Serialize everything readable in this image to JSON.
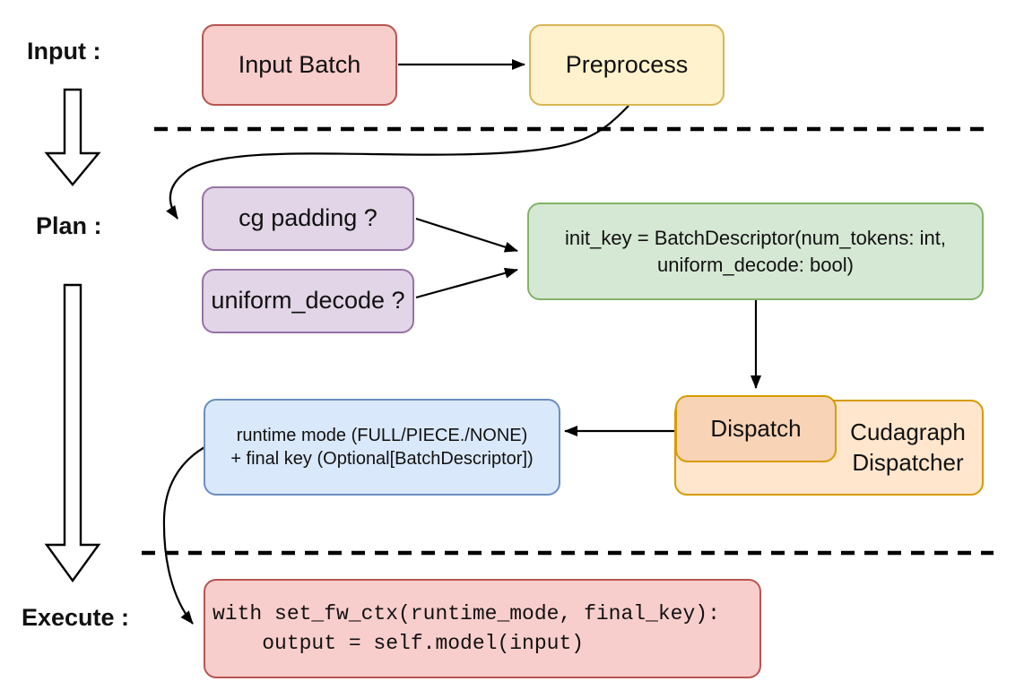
{
  "sections": {
    "input": "Input :",
    "plan": "Plan :",
    "execute": "Execute :"
  },
  "nodes": {
    "input_batch": {
      "label": "Input Batch"
    },
    "preprocess": {
      "label": "Preprocess"
    },
    "cg_padding": {
      "label": "cg padding ?"
    },
    "uniform_decode": {
      "label": "uniform_decode ?"
    },
    "init_key": {
      "line1": "init_key = BatchDescriptor(num_tokens: int,",
      "line2": "uniform_decode: bool)"
    },
    "dispatch": {
      "label": "Dispatch"
    },
    "cudagraph_dispatcher": {
      "line1": "Cudagraph",
      "line2": "Dispatcher"
    },
    "runtime_mode": {
      "line1": "runtime mode (FULL/PIECE./NONE)",
      "line2": "+ final key (Optional[BatchDescriptor])"
    },
    "execute_code": {
      "line1": "with set_fw_ctx(runtime_mode, final_key):",
      "line2": "    output = self.model(input)"
    }
  },
  "colors": {
    "pink-fill": "#f8cecc",
    "pink-stroke": "#b85450",
    "yellow-fill": "#fff2cc",
    "yellow-stroke": "#d6b656",
    "purple-fill": "#e1d5e7",
    "purple-stroke": "#9673a6",
    "green-fill": "#d5e8d4",
    "green-stroke": "#82b366",
    "orange-fill": "#ffe6cc",
    "orange-stroke": "#d79b00",
    "peach-fill": "#f8d3b6",
    "blue-fill": "#dae8fc",
    "blue-stroke": "#6c8ebf",
    "line": "#000000"
  }
}
